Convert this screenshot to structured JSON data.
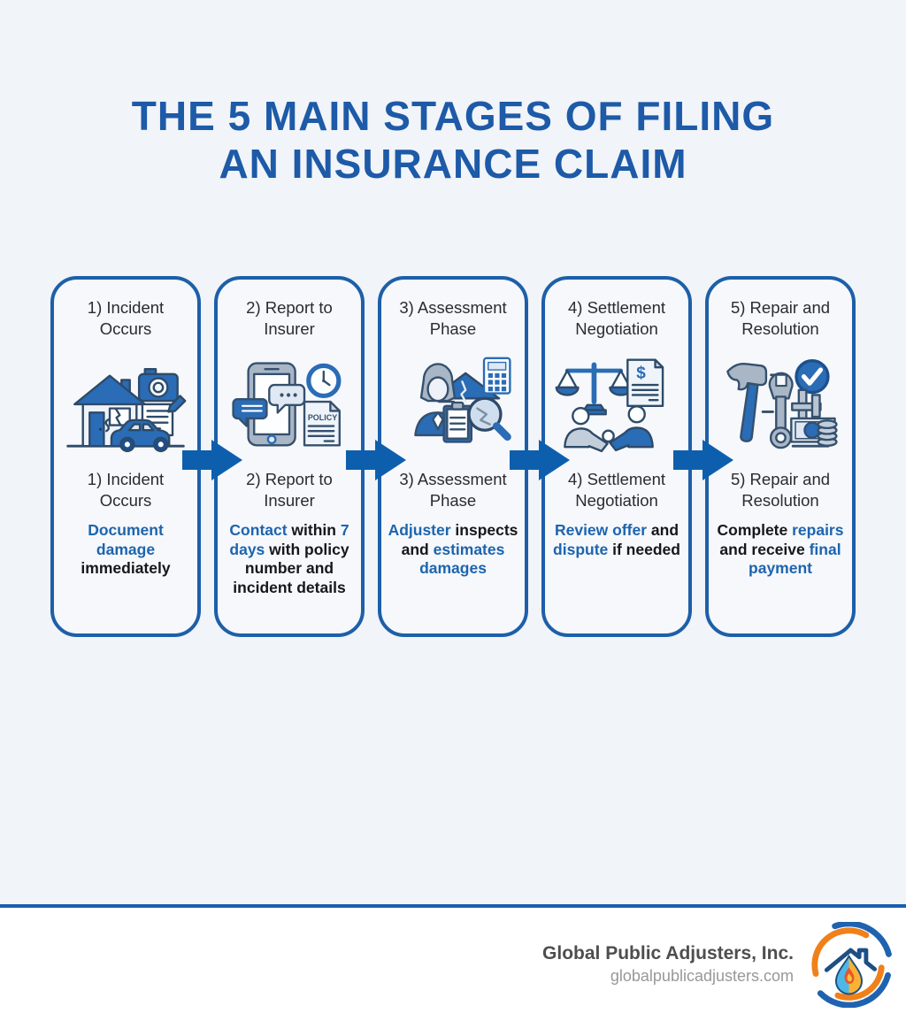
{
  "title": {
    "line1": "THE 5 MAIN STAGES OF FILING",
    "line2": "AN INSURANCE CLAIM"
  },
  "colors": {
    "title_blue": "#1d5aa8",
    "card_border_blue": "#1d5fa9",
    "arrow_blue": "#0d5fae",
    "highlight_blue": "#1d64ae",
    "text_dark": "#17171a",
    "background": "#f1f4f8",
    "footer_divider": "#1a5fad"
  },
  "stages": [
    {
      "label": "1) Incident Occurs",
      "icon": "house-damage-camera-car-icon",
      "description": [
        {
          "t": "Document damage",
          "s": "blue"
        },
        {
          "t": " immediately",
          "s": "dark"
        }
      ]
    },
    {
      "label": "2) Report to Insurer",
      "icon": "phone-chat-clock-policy-icon",
      "icon_text": "POLICY",
      "description": [
        {
          "t": "Contact",
          "s": "blue"
        },
        {
          "t": " within ",
          "s": "dark"
        },
        {
          "t": "7 days",
          "s": "blue"
        },
        {
          "t": " with policy number and incident details",
          "s": "dark"
        }
      ]
    },
    {
      "label": "3) Assessment Phase",
      "icon": "adjuster-magnifier-calculator-icon",
      "description": [
        {
          "t": "Adjuster",
          "s": "blue"
        },
        {
          "t": " inspects and ",
          "s": "dark"
        },
        {
          "t": "estimates damages",
          "s": "blue"
        }
      ]
    },
    {
      "label": "4) Settlement Negotiation",
      "icon": "scales-contract-handshake-icon",
      "icon_text": "$",
      "description": [
        {
          "t": "Review offer",
          "s": "blue"
        },
        {
          "t": " and ",
          "s": "dark"
        },
        {
          "t": "dispute",
          "s": "blue"
        },
        {
          "t": " if needed",
          "s": "dark"
        }
      ]
    },
    {
      "label": "5) Repair and Resolution",
      "icon": "tools-check-payment-icon",
      "description": [
        {
          "t": "Complete ",
          "s": "dark"
        },
        {
          "t": "repairs",
          "s": "blue"
        },
        {
          "t": " and receive ",
          "s": "dark"
        },
        {
          "t": "final payment",
          "s": "blue"
        }
      ]
    }
  ],
  "footer": {
    "company": "Global Public Adjusters, Inc.",
    "website": "globalpublicadjusters.com",
    "logo": "house-flame-waterdrop-swoosh-logo"
  }
}
